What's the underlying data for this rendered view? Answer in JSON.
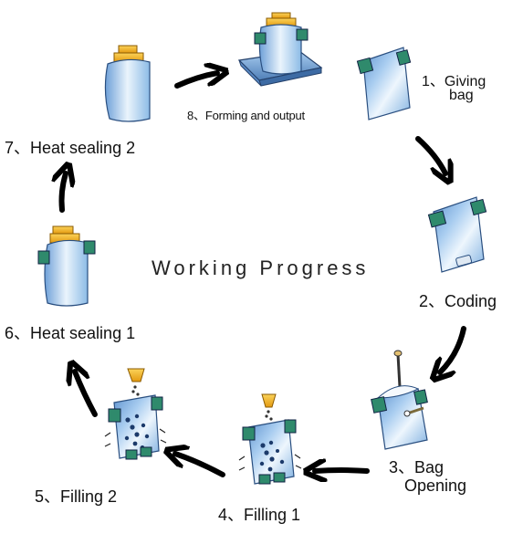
{
  "title": "Working Progress",
  "steps": [
    {
      "id": 1,
      "label": "1、Giving",
      "label2": "bag"
    },
    {
      "id": 2,
      "label": "2、Coding"
    },
    {
      "id": 3,
      "label": "3、Bag",
      "label2": "Opening"
    },
    {
      "id": 4,
      "label": "4、Filling 1"
    },
    {
      "id": 5,
      "label": "5、Filling 2"
    },
    {
      "id": 6,
      "label": "6、Heat sealing 1"
    },
    {
      "id": 7,
      "label": "7、Heat sealing 2"
    },
    {
      "id": 8,
      "label": "8、Forming and output"
    }
  ],
  "colors": {
    "bag_light": "#eef6fd",
    "bag_mid": "#a9cdf0",
    "bag_dark": "#5f93cf",
    "clamp_green": "#2f8a6c",
    "seal_yellow": "#f1b21c",
    "arrow": "#000000"
  }
}
